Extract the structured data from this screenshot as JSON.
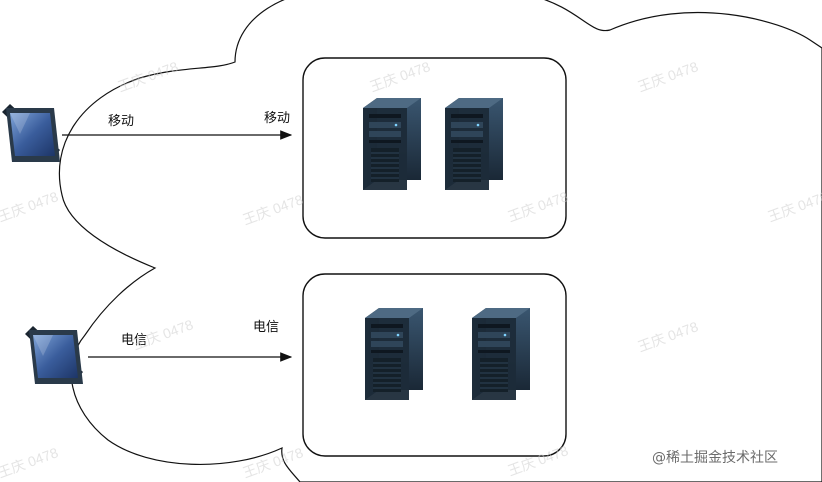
{
  "groups": [
    {
      "id": "mobile",
      "line_label": "移动",
      "arrow_label": "移动"
    },
    {
      "id": "telecom",
      "line_label": "电信",
      "arrow_label": "电信"
    }
  ],
  "watermark": {
    "text": "王庆 0478"
  },
  "footer": {
    "text": "@稀土掘金技术社区"
  },
  "colors": {
    "outline": "#111111",
    "server_dark": "#1b2a38",
    "server_mid": "#2e4457",
    "server_light": "#4f6d86",
    "tablet_frame": "#2a3a4a",
    "tablet_screen": "#4a6aa8"
  }
}
